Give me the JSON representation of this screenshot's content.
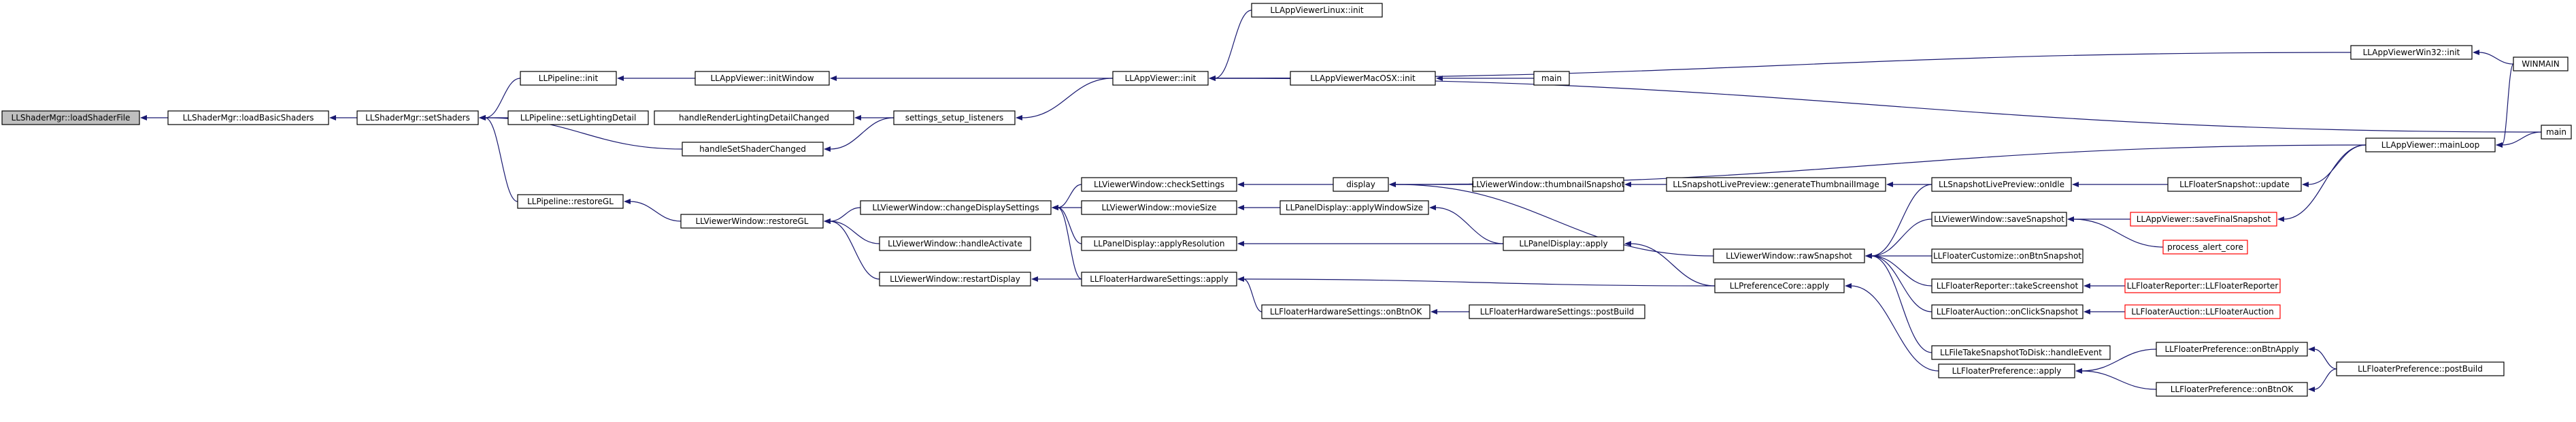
{
  "colors": {
    "edge": "#191970",
    "node_border": "#000000",
    "node_border_truncated": "#ff0000",
    "root_fill": "#bfbfbf"
  },
  "nodes": [
    {
      "id": "n1",
      "label": "LLShaderMgr::loadShaderFile"
    },
    {
      "id": "n2",
      "label": "LLShaderMgr::loadBasicShaders"
    },
    {
      "id": "n3",
      "label": "LLShaderMgr::setShaders"
    },
    {
      "id": "n4",
      "label": "LLPipeline::init"
    },
    {
      "id": "n5",
      "label": "LLPipeline::setLightingDetail"
    },
    {
      "id": "n6",
      "label": "handleSetShaderChanged"
    },
    {
      "id": "n7",
      "label": "LLPipeline::restoreGL"
    },
    {
      "id": "n8",
      "label": "LLAppViewer::initWindow"
    },
    {
      "id": "n9",
      "label": "handleRenderLightingDetailChanged"
    },
    {
      "id": "n10",
      "label": "settings_setup_listeners"
    },
    {
      "id": "n11",
      "label": "LLAppViewer::init"
    },
    {
      "id": "n12",
      "label": "LLAppViewerLinux::init"
    },
    {
      "id": "n13",
      "label": "LLAppViewerMacOSX::init"
    },
    {
      "id": "n14",
      "label": "main"
    },
    {
      "id": "n15",
      "label": "LLAppViewerWin32::init"
    },
    {
      "id": "n16",
      "label": "WINMAIN"
    },
    {
      "id": "n17",
      "label": "main"
    },
    {
      "id": "n18",
      "label": "LLViewerWindow::restoreGL"
    },
    {
      "id": "n19",
      "label": "LLViewerWindow::changeDisplaySettings"
    },
    {
      "id": "n20",
      "label": "LLViewerWindow::handleActivate"
    },
    {
      "id": "n21",
      "label": "LLViewerWindow::restartDisplay"
    },
    {
      "id": "n22",
      "label": "LLViewerWindow::checkSettings"
    },
    {
      "id": "n23",
      "label": "LLViewerWindow::movieSize"
    },
    {
      "id": "n24",
      "label": "LLPanelDisplay::applyResolution"
    },
    {
      "id": "n25",
      "label": "LLFloaterHardwareSettings::apply"
    },
    {
      "id": "n26",
      "label": "display"
    },
    {
      "id": "n27",
      "label": "LLPanelDisplay::applyWindowSize"
    },
    {
      "id": "n28",
      "label": "LLPanelDisplay::apply"
    },
    {
      "id": "n29",
      "label": "LLFloaterHardwareSettings::onBtnOK"
    },
    {
      "id": "n30",
      "label": "LLFloaterHardwareSettings::postBuild"
    },
    {
      "id": "n31",
      "label": "LLViewerWindow::thumbnailSnapshot"
    },
    {
      "id": "n32",
      "label": "LLSnapshotLivePreview::generateThumbnailImage"
    },
    {
      "id": "n33",
      "label": "LLSnapshotLivePreview::onIdle"
    },
    {
      "id": "n34",
      "label": "LLFloaterSnapshot::update"
    },
    {
      "id": "n35",
      "label": "LLAppViewer::mainLoop"
    },
    {
      "id": "n36",
      "label": "LLViewerWindow::rawSnapshot"
    },
    {
      "id": "n37",
      "label": "LLPreferenceCore::apply"
    },
    {
      "id": "n38",
      "label": "LLViewerWindow::saveSnapshot"
    },
    {
      "id": "n39",
      "label": "LLAppViewer::saveFinalSnapshot"
    },
    {
      "id": "n40",
      "label": "process_alert_core"
    },
    {
      "id": "n41",
      "label": "LLFloaterCustomize::onBtnSnapshot"
    },
    {
      "id": "n42",
      "label": "LLFloaterReporter::takeScreenshot"
    },
    {
      "id": "n43",
      "label": "LLFloaterReporter::LLFloaterReporter"
    },
    {
      "id": "n44",
      "label": "LLFloaterAuction::onClickSnapshot"
    },
    {
      "id": "n45",
      "label": "LLFloaterAuction::LLFloaterAuction"
    },
    {
      "id": "n46",
      "label": "LLFileTakeSnapshotToDisk::handleEvent"
    },
    {
      "id": "n47",
      "label": "LLFloaterPreference::apply"
    },
    {
      "id": "n48",
      "label": "LLFloaterPreference::onBtnApply"
    },
    {
      "id": "n49",
      "label": "LLFloaterPreference::onBtnOK"
    },
    {
      "id": "n50",
      "label": "LLFloaterPreference::postBuild"
    }
  ]
}
